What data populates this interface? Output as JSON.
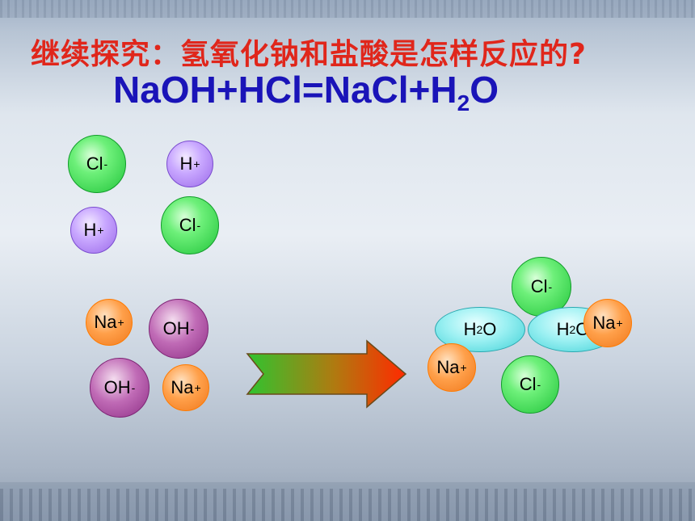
{
  "title": "继续探究：氢氧化钠和盐酸是怎样反应的?",
  "equation": {
    "left": "NaOH+HCl=NaCl+H",
    "sub": "2",
    "right": "O"
  },
  "ions": {
    "cl_label": "Cl",
    "cl_charge": "-",
    "h_label": "H",
    "h_charge": "+",
    "na_label": "Na",
    "na_charge": "+",
    "oh_label": "OH",
    "oh_charge": "-"
  },
  "water": {
    "label_h": "H",
    "sub": "2",
    "label_o": "O"
  },
  "colors": {
    "title": "#e0261b",
    "equation": "#1a14b8",
    "chloride": "#21c43a",
    "hydrogen": "#9b6ae9",
    "sodium": "#f0781c",
    "hydroxide": "#8e2f86",
    "water": "#3fd0d6",
    "arrow_start": "#2fc42f",
    "arrow_end": "#ff2a00"
  }
}
